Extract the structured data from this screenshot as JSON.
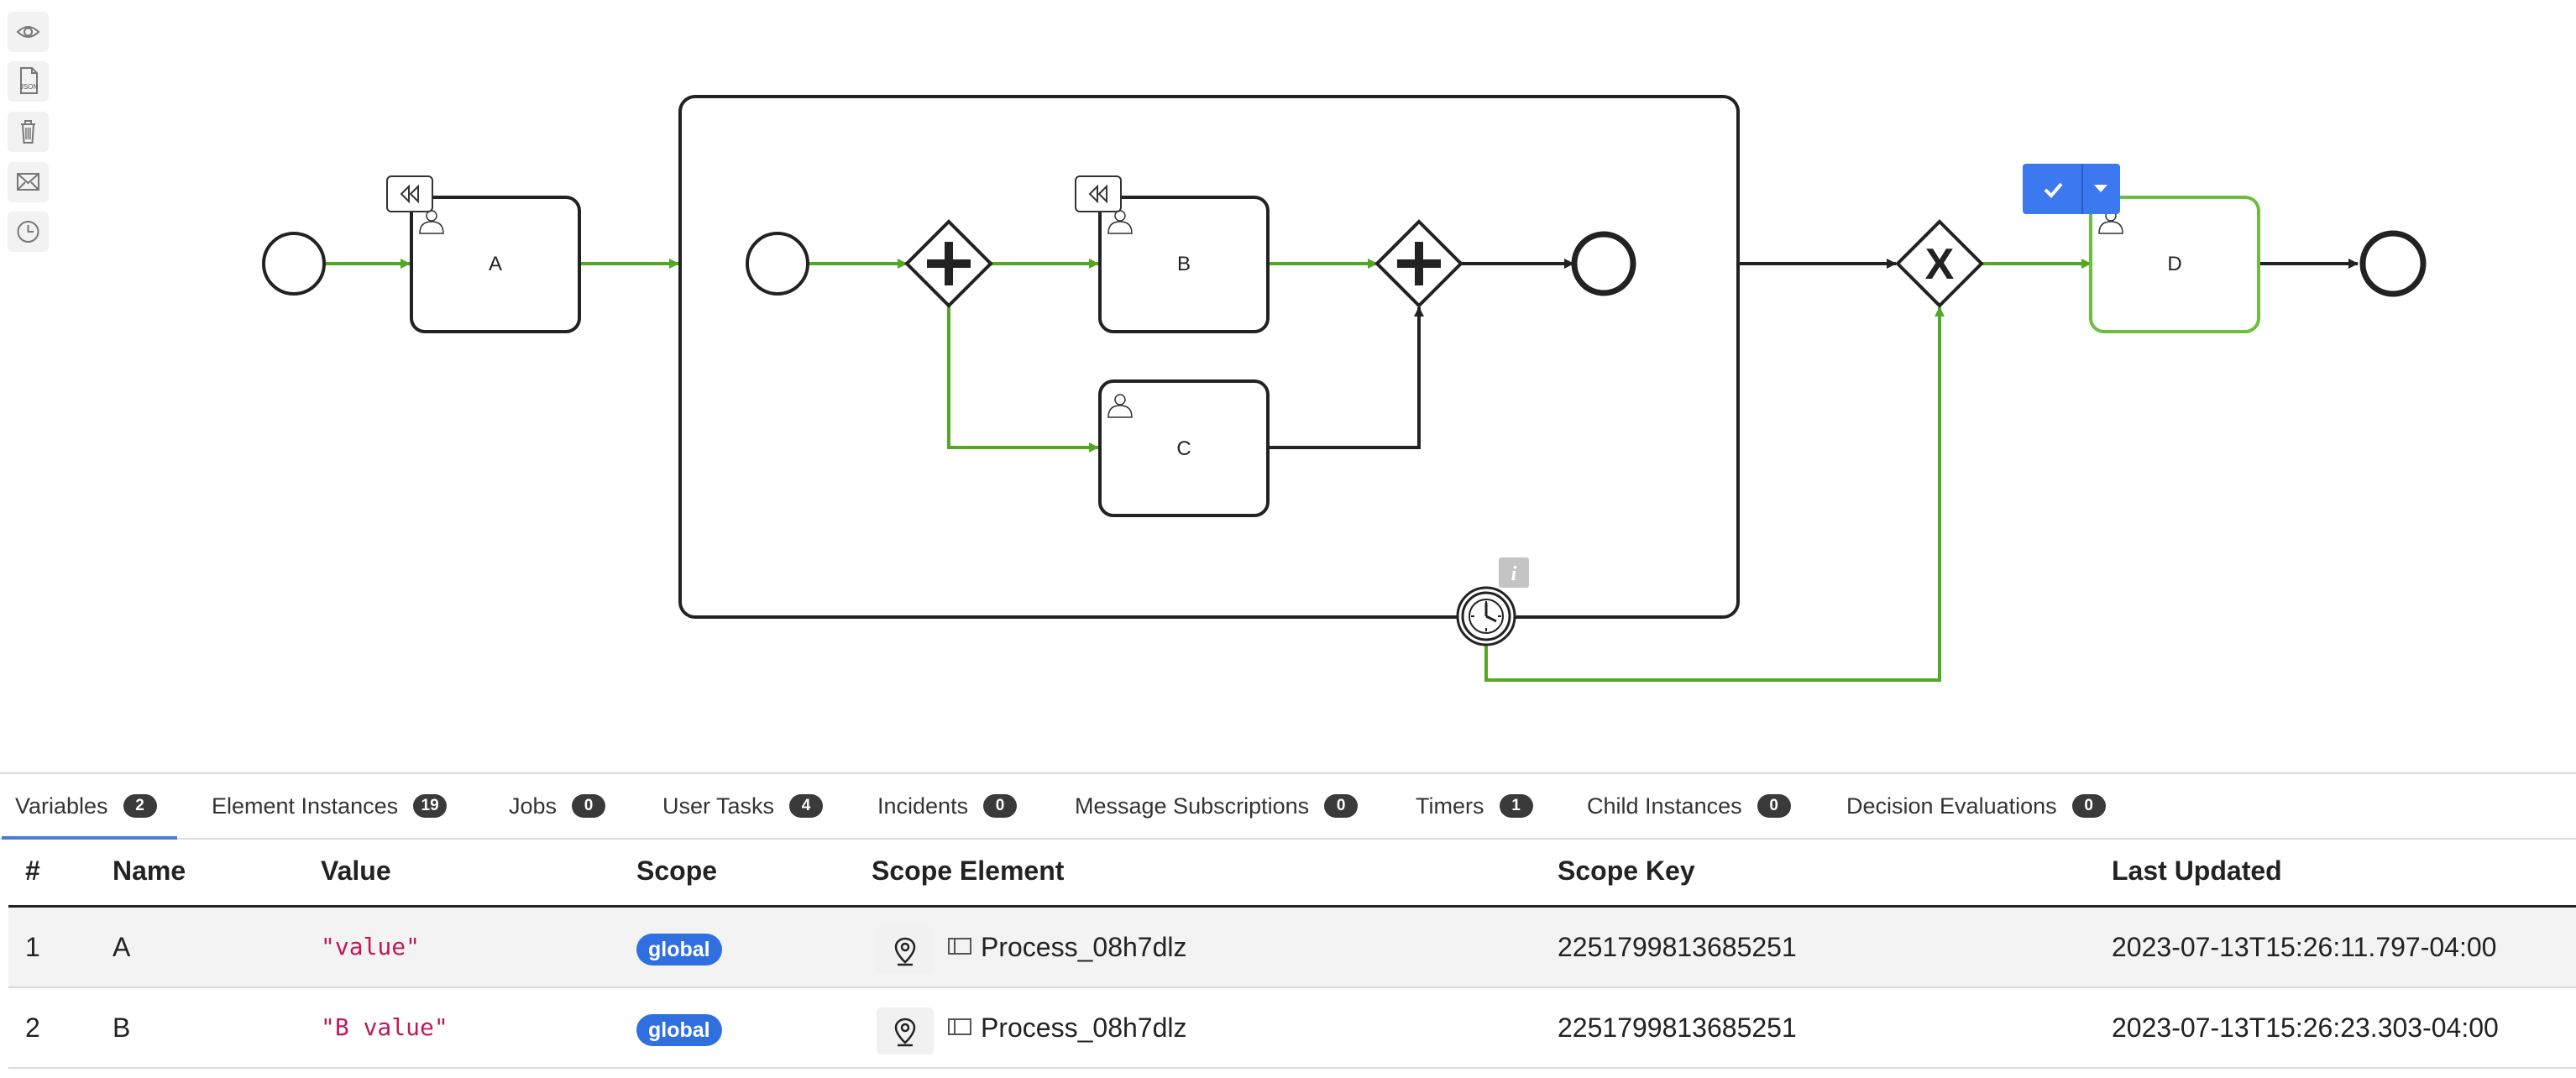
{
  "toolbar": {
    "items": [
      {
        "icon": "eye-icon"
      },
      {
        "icon": "json-file-icon",
        "label": "JSON"
      },
      {
        "icon": "trash-icon"
      },
      {
        "icon": "envelope-icon"
      },
      {
        "icon": "clock-icon"
      }
    ]
  },
  "diagram": {
    "tasks": {
      "a": "A",
      "b": "B",
      "c": "C",
      "d": "D"
    },
    "gateway_xor_mark": "X",
    "timer_info": "i"
  },
  "tabs": [
    {
      "label": "Variables",
      "count": "2",
      "active": true
    },
    {
      "label": "Element Instances",
      "count": "19"
    },
    {
      "label": "Jobs",
      "count": "0"
    },
    {
      "label": "User Tasks",
      "count": "4"
    },
    {
      "label": "Incidents",
      "count": "0"
    },
    {
      "label": "Message Subscriptions",
      "count": "0"
    },
    {
      "label": "Timers",
      "count": "1"
    },
    {
      "label": "Child Instances",
      "count": "0"
    },
    {
      "label": "Decision Evaluations",
      "count": "0"
    }
  ],
  "table": {
    "headers": [
      "#",
      "Name",
      "Value",
      "Scope",
      "Scope Element",
      "Scope Key",
      "Last Updated"
    ],
    "rows": [
      {
        "index": "1",
        "name": "A",
        "value": "\"value\"",
        "scope": "global",
        "scope_element": "Process_08h7dlz",
        "scope_key": "2251799813685251",
        "last_updated": "2023-07-13T15:26:11.797-04:00"
      },
      {
        "index": "2",
        "name": "B",
        "value": "\"B value\"",
        "scope": "global",
        "scope_element": "Process_08h7dlz",
        "scope_key": "2251799813685251",
        "last_updated": "2023-07-13T15:26:23.303-04:00"
      }
    ]
  },
  "colors": {
    "active_flow": "#52a822",
    "accent_blue": "#3c78f0",
    "value_pink": "#c2185b"
  }
}
